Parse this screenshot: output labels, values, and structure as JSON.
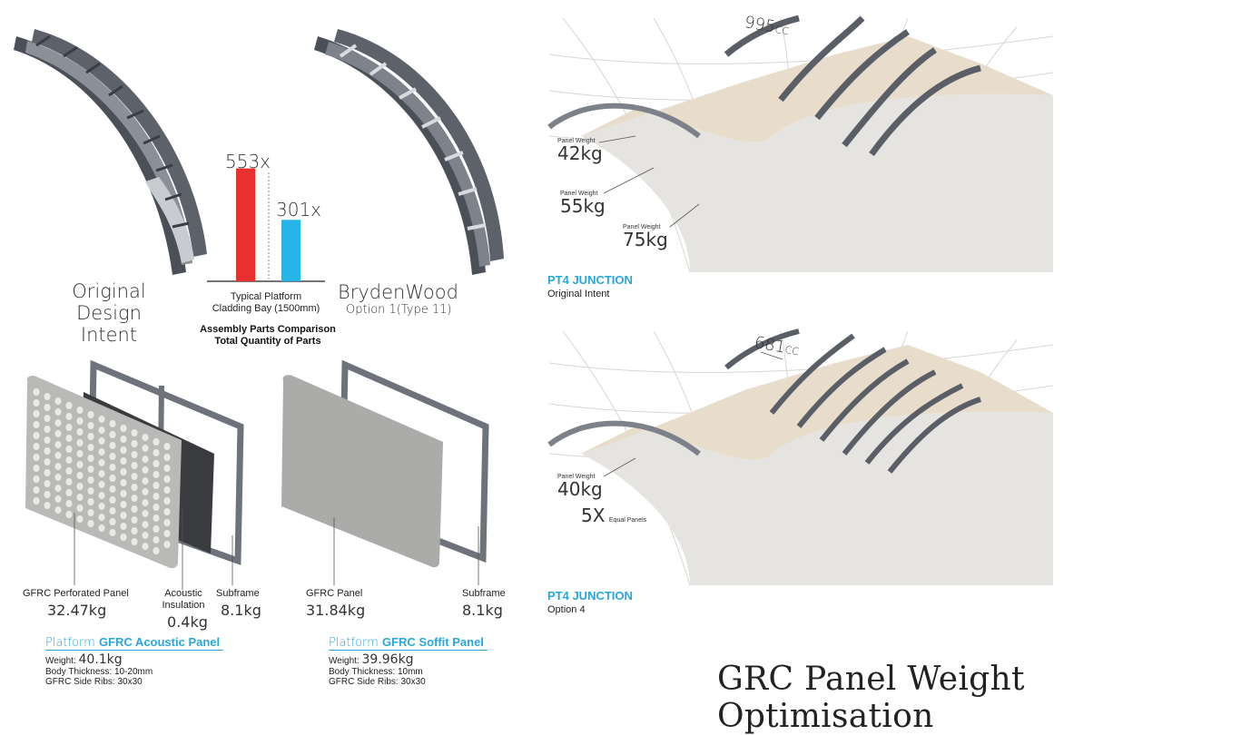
{
  "comparison": {
    "original_label_line1": "Original",
    "original_label_line2": "Design Intent",
    "brydenwood_label": "BrydenWood",
    "brydenwood_sub": "Option 1(Type 11)",
    "bar_axis_label_line1": "Typical Platform",
    "bar_axis_label_line2": "Cladding Bay (1500mm)",
    "caption_line1": "Assembly Parts Comparison",
    "caption_line2": "Total Quantity of Parts"
  },
  "chart_data": {
    "type": "bar",
    "categories": [
      "Original Design Intent",
      "BrydenWood Option 1(Type 11)"
    ],
    "values": [
      553,
      301
    ],
    "data_labels": [
      "553x",
      "301x"
    ],
    "colors": [
      "#e8302e",
      "#27b4e8"
    ],
    "ylim": [
      0,
      600
    ]
  },
  "acoustic": {
    "perforated_label": "GFRC Perforated Panel",
    "perforated_weight": "32.47kg",
    "insulation_label_line1": "Acoustic",
    "insulation_label_line2": "Insulation",
    "insulation_weight": "0.4kg",
    "subframe_label": "Subframe",
    "subframe_weight": "8.1kg",
    "title_prefix": "Platform ",
    "title_bold": "GFRC Acoustic Panel",
    "weight_label": "Weight: ",
    "weight_value": "40.1kg",
    "thickness": "Body Thickness: 10-20mm",
    "ribs": "GFRC Side Ribs: 30x30"
  },
  "soffit": {
    "panel_label": "GFRC Panel",
    "panel_weight": "31.84kg",
    "subframe_label": "Subframe",
    "subframe_weight": "8.1kg",
    "title_prefix": "Platform ",
    "title_bold": "GFRC Soffit Panel",
    "weight_label": "Weight: ",
    "weight_value": "39.96kg",
    "thickness": "Body Thickness: 10mm",
    "ribs": "GFRC Side Ribs: 30x30"
  },
  "junction_original": {
    "spacing": "995",
    "spacing_unit": "CC",
    "weights": [
      {
        "tag": "Panel Weight",
        "value": "42kg"
      },
      {
        "tag": "Panel Weight",
        "value": "55kg"
      },
      {
        "tag": "Panel Weight",
        "value": "75kg"
      }
    ],
    "title": "PT4 JUNCTION",
    "subtitle": "Original Intent"
  },
  "junction_option4": {
    "spacing": "681",
    "spacing_unit": "CC",
    "weight_tag": "Panel Weight",
    "weight_value": "40kg",
    "equal_count": "5X",
    "equal_label": "Equal Panels",
    "title": "PT4 JUNCTION",
    "subtitle": "Option 4"
  },
  "page_title": "GRC Panel Weight Optimisation"
}
